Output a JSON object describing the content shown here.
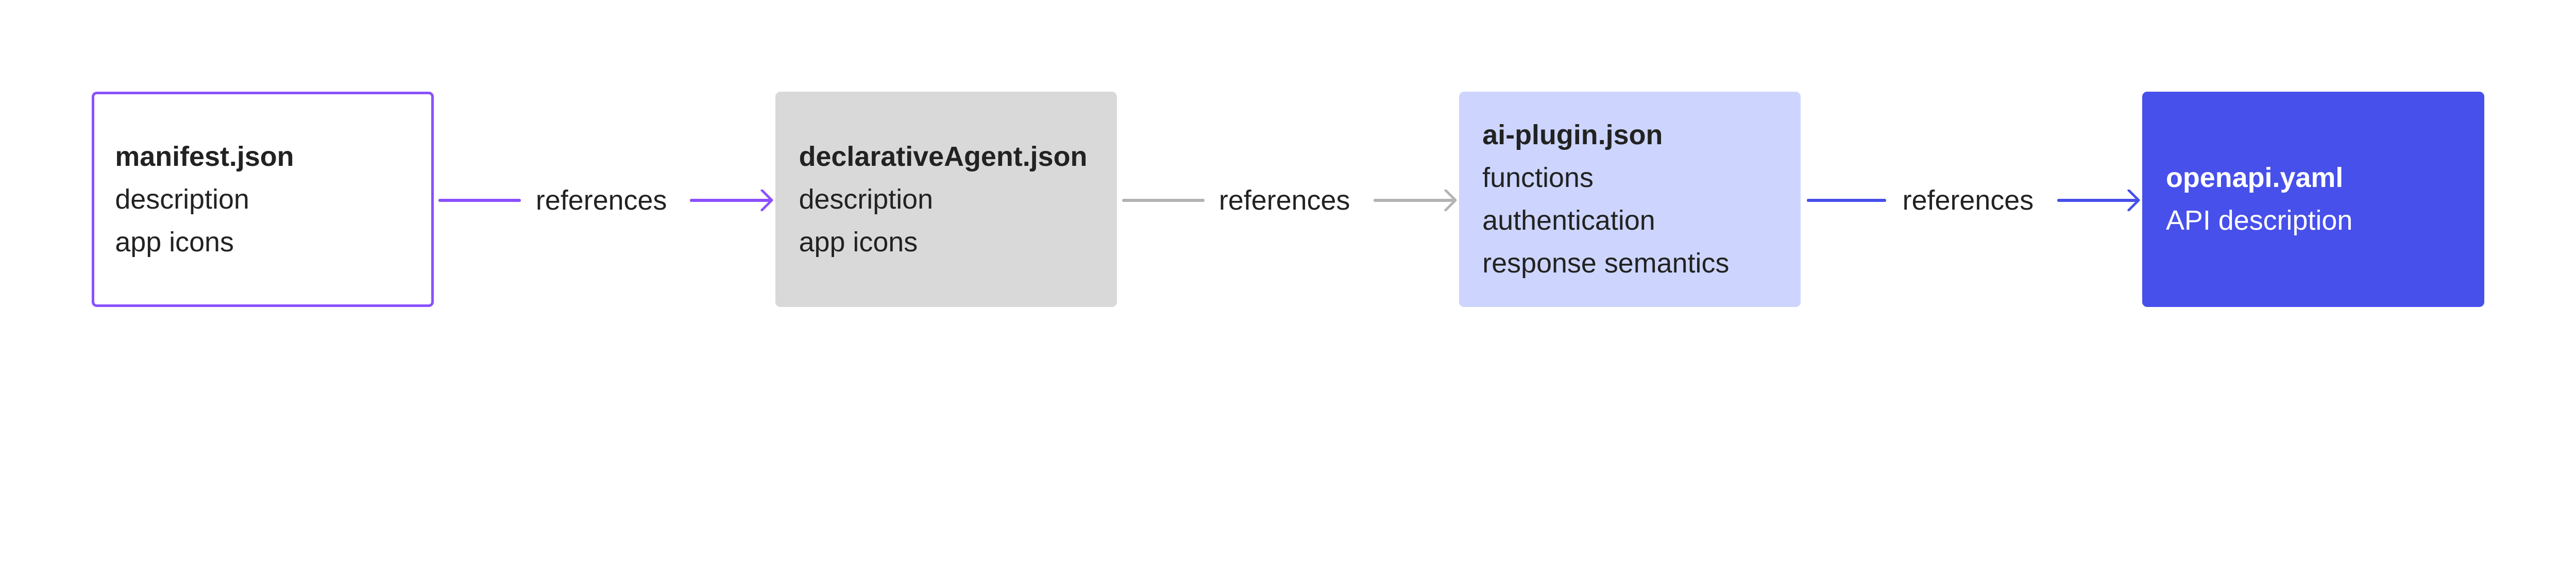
{
  "colors": {
    "purple": "#8A50FF",
    "gray": "#B3B3B3",
    "lightblue": "#CDD5FE",
    "blue": "#4750EA",
    "box_gray": "#D9D9D9"
  },
  "boxes": [
    {
      "title": "manifest.json",
      "lines": [
        "description",
        "app icons"
      ]
    },
    {
      "title": "declarativeAgent.json",
      "lines": [
        "description",
        "app icons"
      ]
    },
    {
      "title": "ai-plugin.json",
      "lines": [
        "functions",
        "authentication",
        "response semantics"
      ]
    },
    {
      "title": "openapi.yaml",
      "lines": [
        "API description"
      ]
    }
  ],
  "connectors": [
    {
      "label": "references",
      "icon": "arrow-right-icon"
    },
    {
      "label": "references",
      "icon": "arrow-right-icon"
    },
    {
      "label": "references",
      "icon": "arrow-right-icon"
    }
  ]
}
